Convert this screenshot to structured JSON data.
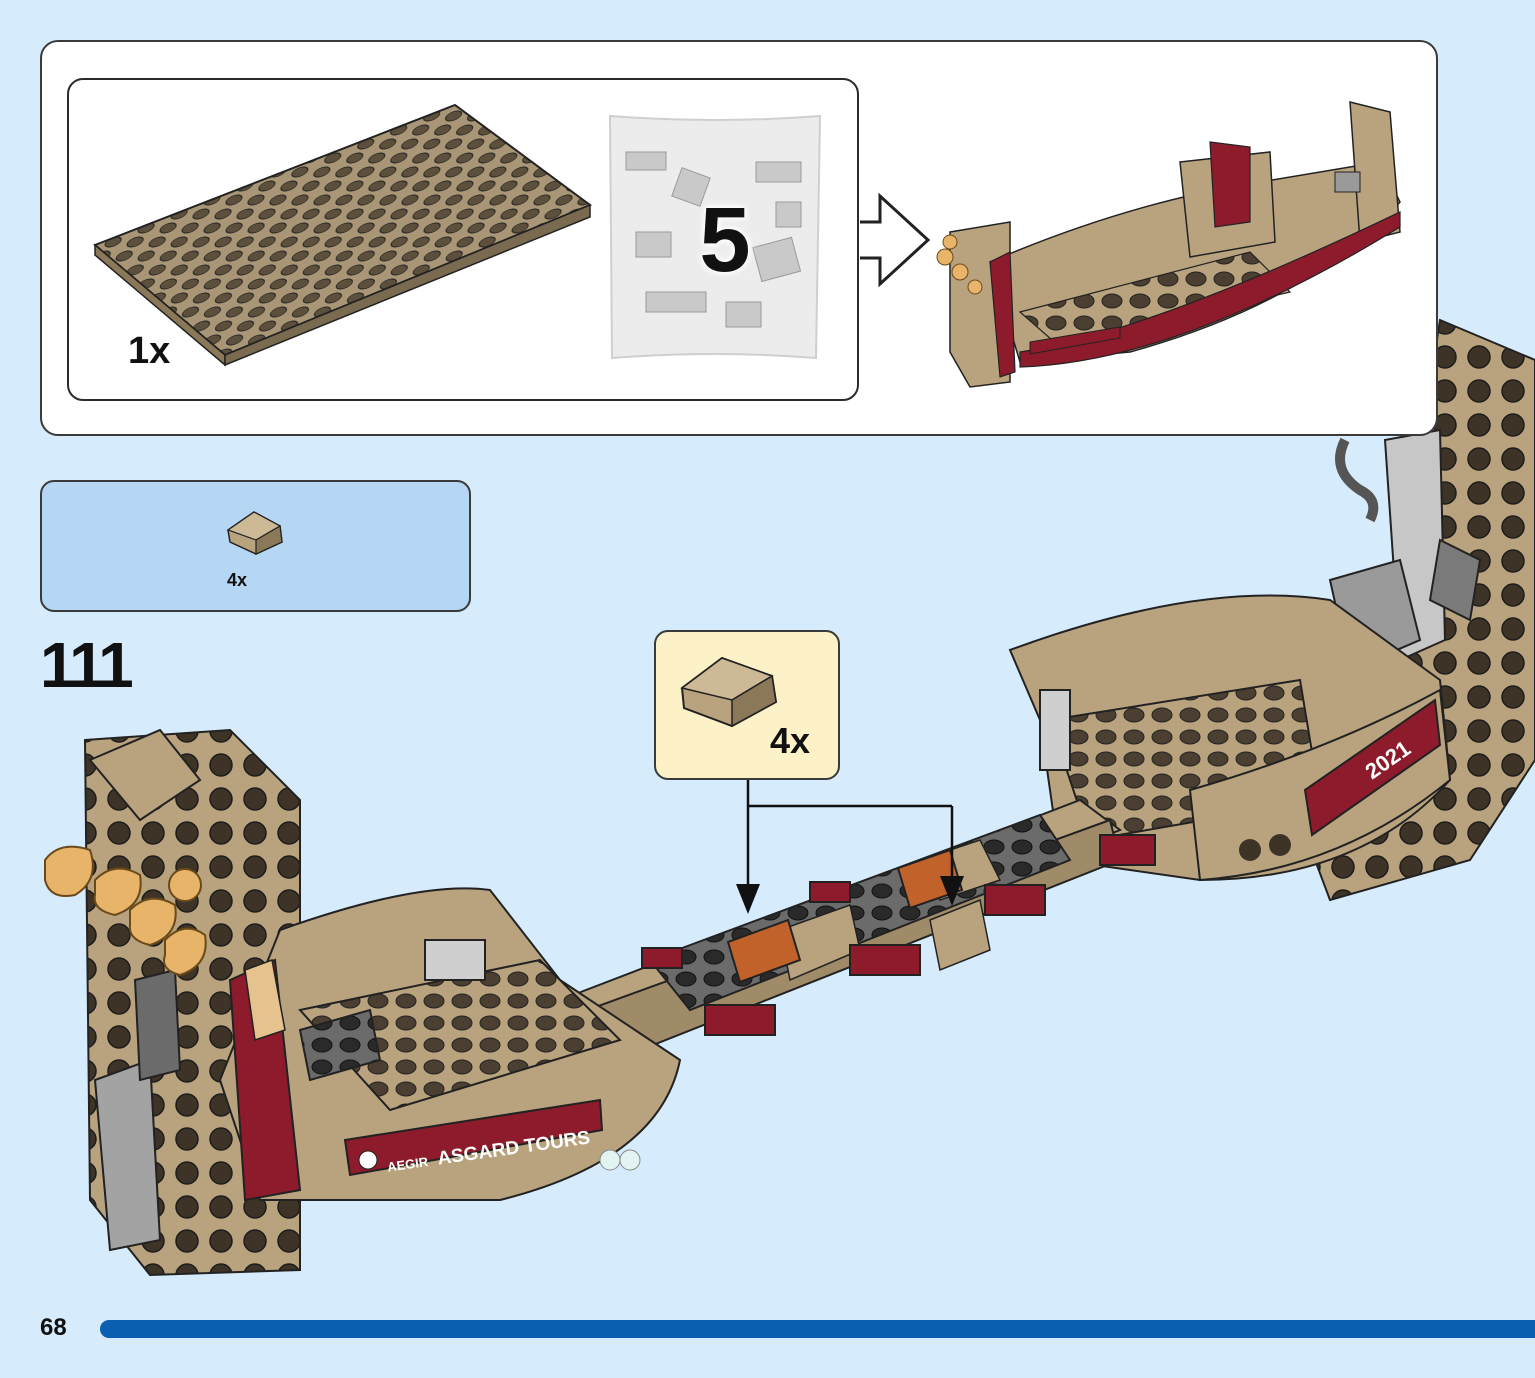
{
  "callout": {
    "plate_quantity": "1x",
    "bag_number": "5"
  },
  "parts_list": {
    "items": [
      {
        "part": "tan-slope-1x2",
        "quantity": "4x"
      }
    ]
  },
  "step": {
    "number": "111",
    "sub_callout_quantity": "4x"
  },
  "hull_labels": {
    "banner_left": "AEGIR ASGARD TOURS",
    "banner_left_prefix": "AEGIR",
    "banner_left_main": "ASGARD TOURS",
    "banner_right": "2021"
  },
  "page": {
    "number": "68",
    "progress_color": "#0a5fb0"
  },
  "colors": {
    "background": "#d6ebfb",
    "parts_list_bg": "#b5d7f4",
    "sub_callout_bg": "#fdf2c7",
    "tan": "#b9a37f",
    "dark_red": "#8e1b2b",
    "dark_gray": "#5b5b5b",
    "orange_highlight": "#c0622a"
  }
}
